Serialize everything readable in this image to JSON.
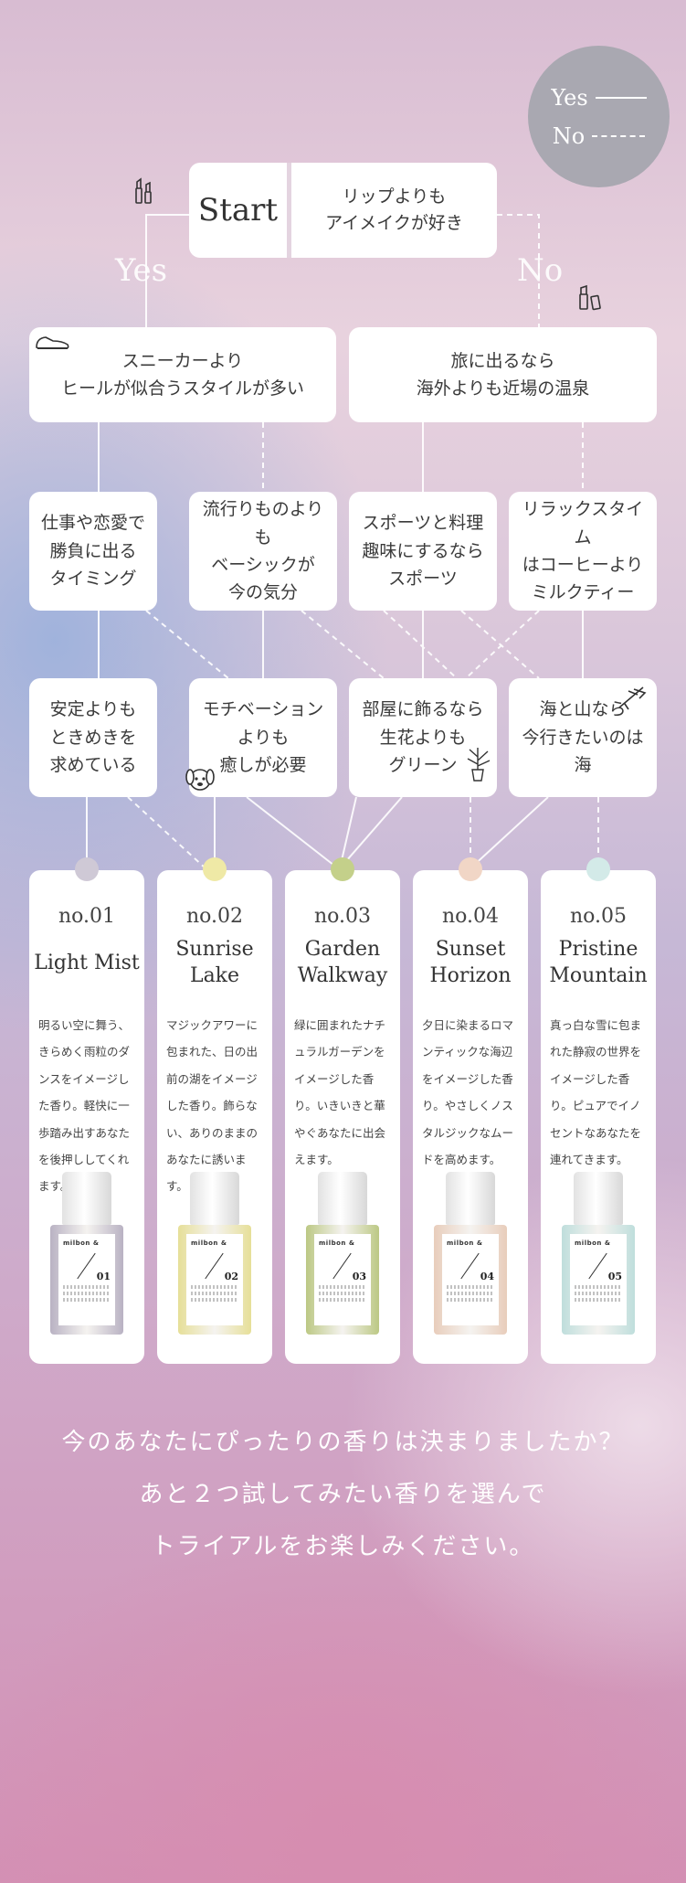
{
  "legend": {
    "yes": "Yes",
    "no": "No"
  },
  "start": {
    "label": "Start",
    "question": "リップよりも\nアイメイクが好き"
  },
  "branch": {
    "yes": "Yes",
    "no": "No"
  },
  "level1": [
    "スニーカーより\nヒールが似合うスタイルが多い",
    "旅に出るなら\n海外よりも近場の温泉"
  ],
  "level2": [
    "仕事や恋愛で\n勝負に出る\nタイミング",
    "流行りものよりも\nベーシックが\n今の気分",
    "スポーツと料理\n趣味にするなら\nスポーツ",
    "リラックスタイム\nはコーヒーより\nミルクティー"
  ],
  "level3": [
    "安定よりも\nときめきを\n求めている",
    "モチベーション\nよりも\n癒しが必要",
    "部屋に飾るなら\n生花よりも\nグリーン",
    "海と山なら\n今行きたいのは\n海"
  ],
  "results": [
    {
      "num": "no.01",
      "name": "Light Mist",
      "desc": "明るい空に舞う、きらめく雨粒のダンスをイメージした香り。軽快に一歩踏み出すあなたを後押ししてくれます。",
      "color": "#cfc9d6",
      "bottle_color": "#b9b2c3",
      "label_num": "01"
    },
    {
      "num": "no.02",
      "name": "Sunrise\nLake",
      "desc": "マジックアワーに包まれた、日の出前の湖をイメージした香り。飾らない、ありのままのあなたに誘います。",
      "color": "#efe9a6",
      "bottle_color": "#e6df98",
      "label_num": "02"
    },
    {
      "num": "no.03",
      "name": "Garden\nWalkway",
      "desc": "緑に囲まれたナチュラルガーデンをイメージした香り。いきいきと華やぐあなたに出会えます。",
      "color": "#c4d08a",
      "bottle_color": "#bcc884",
      "label_num": "03"
    },
    {
      "num": "no.04",
      "name": "Sunset\nHorizon",
      "desc": "夕日に染まるロマンティックな海辺をイメージした香り。やさしくノスタルジックなムードを高めます。",
      "color": "#f1d6c6",
      "bottle_color": "#e8cdbb",
      "label_num": "04"
    },
    {
      "num": "no.05",
      "name": "Pristine\nMountain",
      "desc": "真っ白な雪に包まれた静寂の世界をイメージした香り。ピュアでイノセントなあなたを連れてきます。",
      "color": "#d3eae8",
      "bottle_color": "#bfdedc",
      "label_num": "05"
    }
  ],
  "bottle_brand": "milbon &",
  "closing": [
    "今のあなたにぴったりの香りは決まりましたか？",
    "あと２つ試してみたい香りを選んで",
    "トライアルをお楽しみください。"
  ]
}
